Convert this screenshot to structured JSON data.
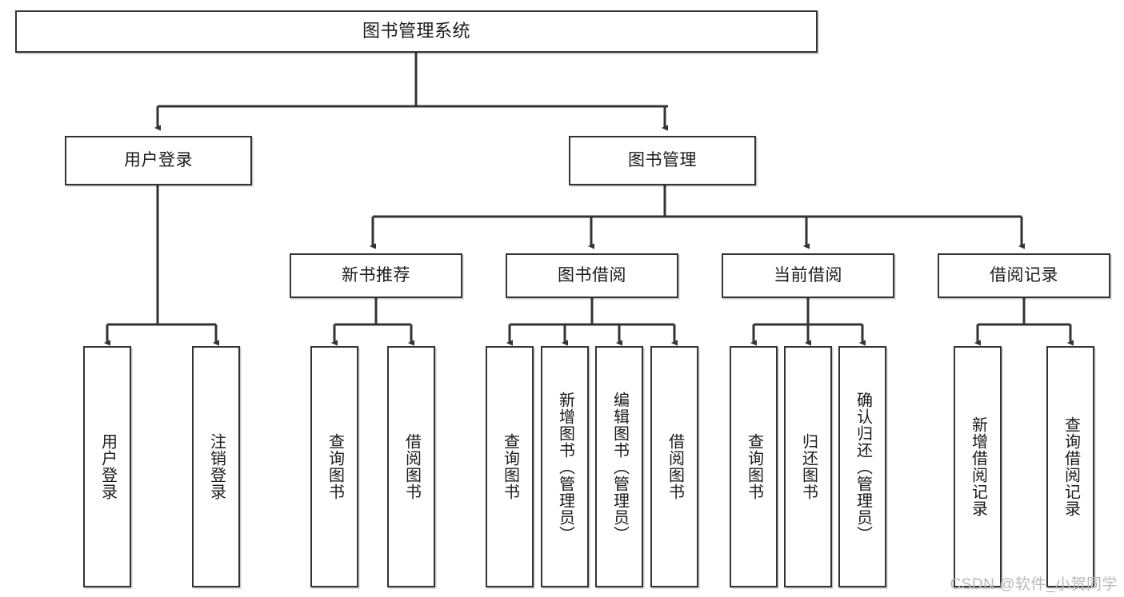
{
  "diagram": {
    "type": "tree-hierarchy",
    "title": "图书管理系统",
    "watermark": "CSDN @软件_小贺同学",
    "colors": {
      "box_border": "#333333",
      "box_fill": "#ffffff",
      "connector": "#333333",
      "text": "#1b1b1b",
      "watermark": "#b9b9b9"
    },
    "levels": [
      {
        "level": 1,
        "nodes": [
          {
            "id": "root",
            "label": "图书管理系统",
            "orientation": "horizontal"
          }
        ]
      },
      {
        "level": 2,
        "nodes": [
          {
            "id": "user-login",
            "label": "用户登录",
            "orientation": "horizontal",
            "parent": "root"
          },
          {
            "id": "book-manage",
            "label": "图书管理",
            "orientation": "horizontal",
            "parent": "root"
          }
        ]
      },
      {
        "level": 3,
        "nodes": [
          {
            "id": "new-book-recommend",
            "label": "新书推荐",
            "orientation": "horizontal",
            "parent": "book-manage"
          },
          {
            "id": "book-borrow",
            "label": "图书借阅",
            "orientation": "horizontal",
            "parent": "book-manage"
          },
          {
            "id": "current-borrow",
            "label": "当前借阅",
            "orientation": "horizontal",
            "parent": "book-manage"
          },
          {
            "id": "borrow-record",
            "label": "借阅记录",
            "orientation": "horizontal",
            "parent": "book-manage"
          }
        ]
      },
      {
        "level": 4,
        "nodes": [
          {
            "id": "leaf-user-login",
            "label": "用户登录",
            "orientation": "vertical",
            "parent": "user-login"
          },
          {
            "id": "leaf-user-logout",
            "label": "注销登录",
            "orientation": "vertical",
            "parent": "user-login"
          },
          {
            "id": "leaf-query-book-1",
            "label": "查询图书",
            "orientation": "vertical",
            "parent": "new-book-recommend"
          },
          {
            "id": "leaf-borrow-book-1",
            "label": "借阅图书",
            "orientation": "vertical",
            "parent": "new-book-recommend"
          },
          {
            "id": "leaf-query-book-2",
            "label": "查询图书",
            "orientation": "vertical",
            "parent": "book-borrow"
          },
          {
            "id": "leaf-add-book",
            "label": "新增图书（管理员）",
            "orientation": "vertical",
            "parent": "book-borrow"
          },
          {
            "id": "leaf-edit-book",
            "label": "编辑图书（管理员）",
            "orientation": "vertical",
            "parent": "book-borrow"
          },
          {
            "id": "leaf-borrow-book-2",
            "label": "借阅图书",
            "orientation": "vertical",
            "parent": "book-borrow"
          },
          {
            "id": "leaf-query-book-3",
            "label": "查询图书",
            "orientation": "vertical",
            "parent": "current-borrow"
          },
          {
            "id": "leaf-return-book",
            "label": "归还图书",
            "orientation": "vertical",
            "parent": "current-borrow"
          },
          {
            "id": "leaf-confirm-return",
            "label": "确认归还（管理员）",
            "orientation": "vertical",
            "parent": "current-borrow"
          },
          {
            "id": "leaf-add-record",
            "label": "新增借阅记录",
            "orientation": "vertical",
            "parent": "borrow-record"
          },
          {
            "id": "leaf-query-record",
            "label": "查询借阅记录",
            "orientation": "vertical",
            "parent": "borrow-record"
          }
        ]
      }
    ]
  }
}
